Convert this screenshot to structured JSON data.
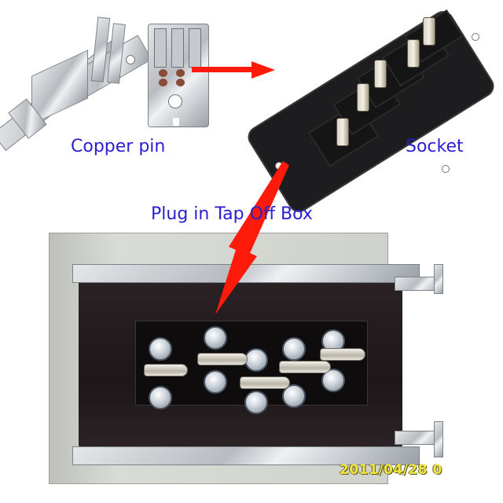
{
  "labels": {
    "copper_pin": "Copper pin",
    "socket": "Socket",
    "tap_off_box": "Plug in Tap Off  Box"
  },
  "timestamp_overlay": "2011/04/28 0",
  "colors": {
    "label_text": "#2a1fd0",
    "arrow": "#ff1a0a",
    "timestamp": "#f2e63a",
    "background": "#ffffff"
  },
  "components": [
    {
      "name": "copper-pin-assembly",
      "description": "Galvanized copper pin bracket assembly"
    },
    {
      "name": "copper-pin-single",
      "description": "Single copper pin clip with contacts"
    },
    {
      "name": "socket",
      "description": "Black 5-slot socket with pins"
    },
    {
      "name": "tap-off-box",
      "description": "Plug-in tap off box with terminal block"
    }
  ]
}
